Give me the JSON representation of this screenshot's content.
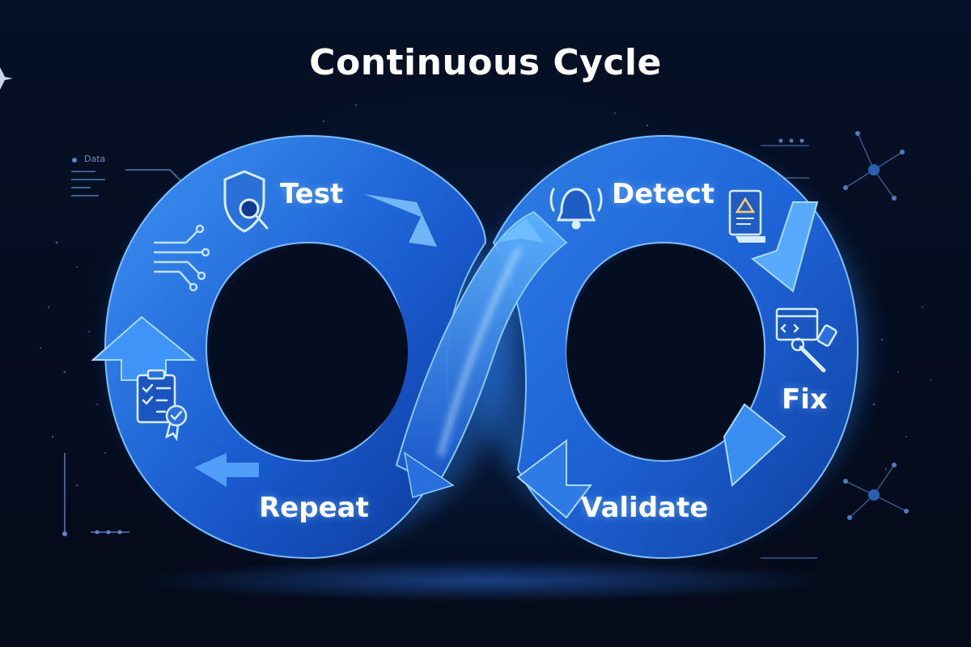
{
  "title": "Continuous Cycle",
  "steps": [
    {
      "label": "Test",
      "icon": "shield-search-icon"
    },
    {
      "label": "Detect",
      "icon": "alarm-bell-icon"
    },
    {
      "label": "Fix",
      "icon": "code-wrench-icon"
    },
    {
      "label": "Validate",
      "icon": "validate-icon"
    },
    {
      "label": "Repeat",
      "icon": "checklist-badge-icon"
    }
  ],
  "side_label": "Data",
  "colors": {
    "background": "#050c1c",
    "loop_dark": "#0d3c9e",
    "loop_light": "#3b8df0",
    "glow": "#2f8bff"
  }
}
